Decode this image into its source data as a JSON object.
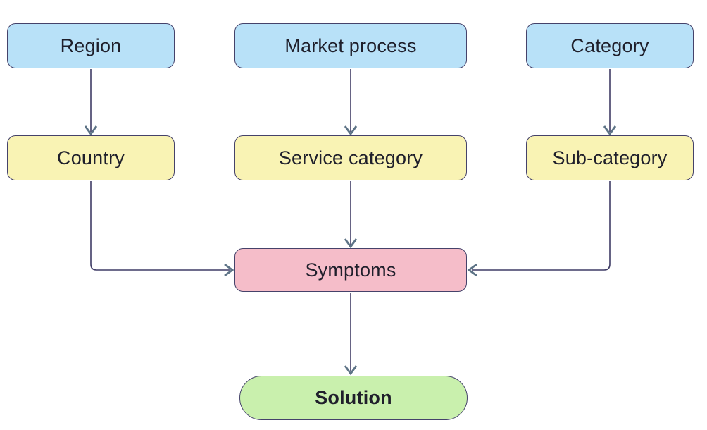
{
  "diagram": {
    "type": "flowchart",
    "background": "#ffffff",
    "nodes": {
      "region": {
        "label": "Region",
        "fill": "#b8e1f8",
        "shape": "rounded-rect"
      },
      "market_process": {
        "label": "Market process",
        "fill": "#b8e1f8",
        "shape": "rounded-rect"
      },
      "category": {
        "label": "Category",
        "fill": "#b8e1f8",
        "shape": "rounded-rect"
      },
      "country": {
        "label": "Country",
        "fill": "#f9f3b4",
        "shape": "rounded-rect"
      },
      "service_category": {
        "label": "Service category",
        "fill": "#f9f3b4",
        "shape": "rounded-rect"
      },
      "sub_category": {
        "label": "Sub-category",
        "fill": "#f9f3b4",
        "shape": "rounded-rect"
      },
      "symptoms": {
        "label": "Symptoms",
        "fill": "#f5bdc9",
        "shape": "rounded-rect"
      },
      "solution": {
        "label": "Solution",
        "fill": "#c9f0ad",
        "shape": "pill",
        "bold": true
      }
    },
    "edges": [
      {
        "from": "Region",
        "to": "Country"
      },
      {
        "from": "Market process",
        "to": "Service category"
      },
      {
        "from": "Category",
        "to": "Sub-category"
      },
      {
        "from": "Country",
        "to": "Symptoms"
      },
      {
        "from": "Service category",
        "to": "Symptoms"
      },
      {
        "from": "Sub-category",
        "to": "Symptoms"
      },
      {
        "from": "Symptoms",
        "to": "Solution"
      }
    ],
    "colors": {
      "node_border": "#45426a",
      "edge_line": "#3f3c66",
      "arrowhead": "#5d7386",
      "text": "#1f1f2b"
    }
  }
}
